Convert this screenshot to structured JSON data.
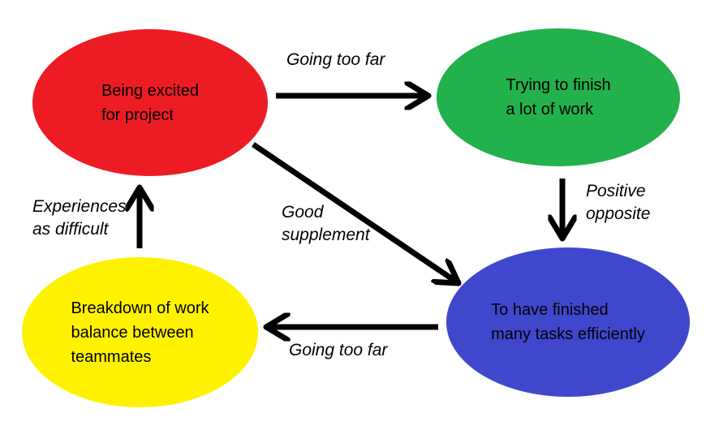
{
  "canvas": {
    "background": "#ffffff",
    "arrow_color": "#000000",
    "text_color": "#000000"
  },
  "nodes": [
    {
      "id": "being-excited",
      "color": "#ED1C24",
      "lines": [
        "Being excited",
        "for project"
      ]
    },
    {
      "id": "trying-to-finish",
      "color": "#22B14C",
      "lines": [
        "Trying to finish",
        "a lot of work"
      ]
    },
    {
      "id": "finished-tasks",
      "color": "#3F48CC",
      "lines": [
        "To have finished",
        "many tasks efficiently"
      ]
    },
    {
      "id": "breakdown-of-work",
      "color": "#FFF200",
      "lines": [
        "Breakdown of work",
        "balance between",
        "teammates"
      ]
    }
  ],
  "edges": [
    {
      "id": "excited-to-trying",
      "label_lines": [
        "Going too far"
      ]
    },
    {
      "id": "trying-to-finished",
      "label_lines": [
        "Positive",
        "opposite"
      ]
    },
    {
      "id": "excited-to-finished",
      "label_lines": [
        "Good",
        "supplement"
      ]
    },
    {
      "id": "finished-to-breakdown",
      "label_lines": [
        "Going too far"
      ]
    },
    {
      "id": "breakdown-to-excited",
      "label_lines": [
        "Experiences",
        "as difficult"
      ]
    }
  ]
}
